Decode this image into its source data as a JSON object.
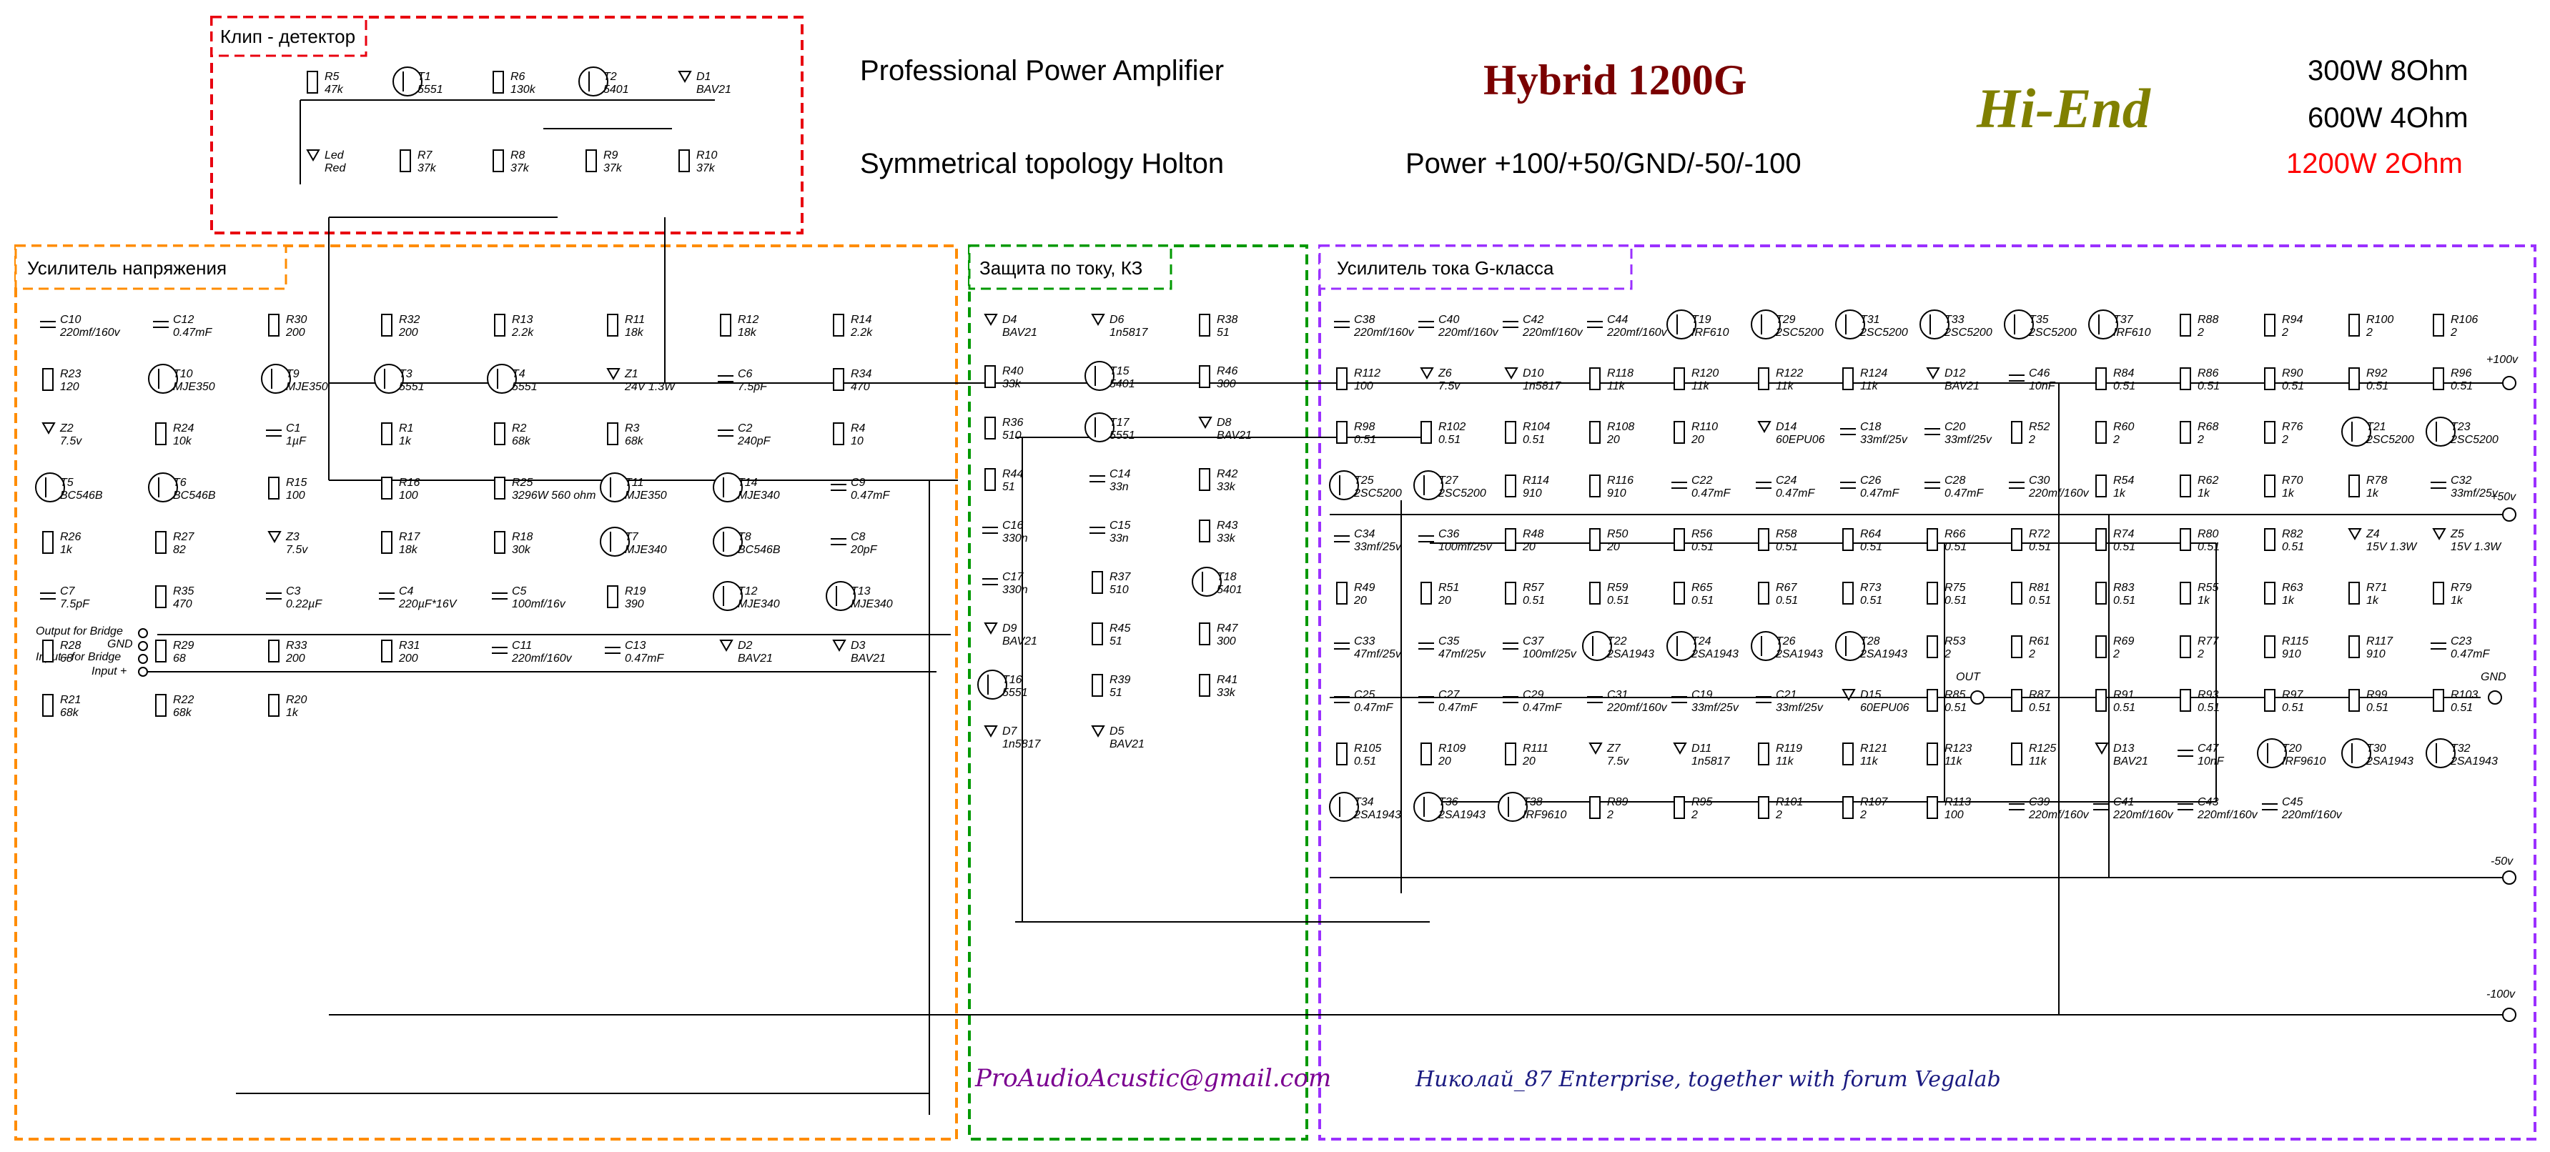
{
  "header": {
    "line1": "Professional Power Amplifier",
    "line2": "Symmetrical topology Holton",
    "model": "Hybrid 1200G",
    "power": "Power +100/+50/GND/-50/-100",
    "brand": "Hi-End",
    "spec1": "300W 8Ohm",
    "spec2": "600W 4Ohm",
    "spec3": "1200W 2Ohm"
  },
  "sections": {
    "clip": "Клип - детектор",
    "voltage_amp": "Усилитель напряжения",
    "protection": "Защита по току, КЗ",
    "current_amp": "Усилитель тока G-класса"
  },
  "footer": {
    "email": "ProAudioAcustic@gmail.com",
    "credit": "Николай_87 Enterprise, together with forum Vegalab"
  },
  "inputs": {
    "bridge_out": "Output for Bridge",
    "gnd": "GND",
    "bridge_in": "Input - for Bridge",
    "input_plus": "Input +"
  },
  "rails": {
    "p100": "+100v",
    "p50": "+50v",
    "gnd": "GND",
    "m50": "-50v",
    "m100": "-100v",
    "out": "OUT"
  },
  "colors": {
    "clip": "#e8000f",
    "voltage_amp": "#ff8c00",
    "protection": "#009900",
    "current_amp": "#9b30ff",
    "model": "#7a0000",
    "brand": "#808000",
    "spec3": "#ff0000",
    "credit": "#1a1a80",
    "email": "#7a0090"
  },
  "clip_parts": [
    {
      "ref": "R5",
      "val": "47k"
    },
    {
      "ref": "T1",
      "val": "5551"
    },
    {
      "ref": "R6",
      "val": "130k"
    },
    {
      "ref": "T2",
      "val": "5401"
    },
    {
      "ref": "D1",
      "val": "BAV21"
    },
    {
      "ref": "Led",
      "val": "Red"
    },
    {
      "ref": "R7",
      "val": "37k"
    },
    {
      "ref": "R8",
      "val": "37k"
    },
    {
      "ref": "R9",
      "val": "37k"
    },
    {
      "ref": "R10",
      "val": "37k"
    }
  ],
  "vamp_parts": [
    {
      "ref": "C10",
      "val": "220mf/160v"
    },
    {
      "ref": "C12",
      "val": "0.47mF"
    },
    {
      "ref": "R30",
      "val": "200"
    },
    {
      "ref": "R32",
      "val": "200"
    },
    {
      "ref": "R13",
      "val": "2.2k"
    },
    {
      "ref": "R11",
      "val": "18k"
    },
    {
      "ref": "R12",
      "val": "18k"
    },
    {
      "ref": "R14",
      "val": "2.2k"
    },
    {
      "ref": "R23",
      "val": "120"
    },
    {
      "ref": "T10",
      "val": "MJE350"
    },
    {
      "ref": "T9",
      "val": "MJE350"
    },
    {
      "ref": "T3",
      "val": "5551"
    },
    {
      "ref": "T4",
      "val": "5551"
    },
    {
      "ref": "Z1",
      "val": "24V 1.3W"
    },
    {
      "ref": "C6",
      "val": "7.5pF"
    },
    {
      "ref": "R34",
      "val": "470"
    },
    {
      "ref": "Z2",
      "val": "7.5v"
    },
    {
      "ref": "R24",
      "val": "10k"
    },
    {
      "ref": "C1",
      "val": "1µF"
    },
    {
      "ref": "R1",
      "val": "1k"
    },
    {
      "ref": "R2",
      "val": "68k"
    },
    {
      "ref": "R3",
      "val": "68k"
    },
    {
      "ref": "C2",
      "val": "240pF"
    },
    {
      "ref": "R4",
      "val": "10"
    },
    {
      "ref": "T5",
      "val": "BC546B"
    },
    {
      "ref": "T6",
      "val": "BC546B"
    },
    {
      "ref": "R15",
      "val": "100"
    },
    {
      "ref": "R16",
      "val": "100"
    },
    {
      "ref": "R25",
      "val": "3296W 560 ohm"
    },
    {
      "ref": "T11",
      "val": "MJE350"
    },
    {
      "ref": "T14",
      "val": "MJE340"
    },
    {
      "ref": "C9",
      "val": "0.47mF"
    },
    {
      "ref": "R26",
      "val": "1k"
    },
    {
      "ref": "R27",
      "val": "82"
    },
    {
      "ref": "Z3",
      "val": "7.5v"
    },
    {
      "ref": "R17",
      "val": "18k"
    },
    {
      "ref": "R18",
      "val": "30k"
    },
    {
      "ref": "T7",
      "val": "MJE340"
    },
    {
      "ref": "T8",
      "val": "BC546B"
    },
    {
      "ref": "C8",
      "val": "20pF"
    },
    {
      "ref": "C7",
      "val": "7.5pF"
    },
    {
      "ref": "R35",
      "val": "470"
    },
    {
      "ref": "C3",
      "val": "0.22µF"
    },
    {
      "ref": "C4",
      "val": "220µF*16V"
    },
    {
      "ref": "C5",
      "val": "100mf/16v"
    },
    {
      "ref": "R19",
      "val": "390"
    },
    {
      "ref": "T12",
      "val": "MJE340"
    },
    {
      "ref": "T13",
      "val": "MJE340"
    },
    {
      "ref": "R28",
      "val": "68"
    },
    {
      "ref": "R29",
      "val": "68"
    },
    {
      "ref": "R33",
      "val": "200"
    },
    {
      "ref": "R31",
      "val": "200"
    },
    {
      "ref": "C11",
      "val": "220mf/160v"
    },
    {
      "ref": "C13",
      "val": "0.47mF"
    },
    {
      "ref": "D2",
      "val": "BAV21"
    },
    {
      "ref": "D3",
      "val": "BAV21"
    },
    {
      "ref": "R21",
      "val": "68k"
    },
    {
      "ref": "R22",
      "val": "68k"
    },
    {
      "ref": "R20",
      "val": "1k"
    }
  ],
  "prot_parts": [
    {
      "ref": "D4",
      "val": "BAV21"
    },
    {
      "ref": "D6",
      "val": "1n5817"
    },
    {
      "ref": "R38",
      "val": "51"
    },
    {
      "ref": "R40",
      "val": "33k"
    },
    {
      "ref": "T15",
      "val": "5401"
    },
    {
      "ref": "R46",
      "val": "300"
    },
    {
      "ref": "R36",
      "val": "510"
    },
    {
      "ref": "T17",
      "val": "5551"
    },
    {
      "ref": "D8",
      "val": "BAV21"
    },
    {
      "ref": "R44",
      "val": "51"
    },
    {
      "ref": "C14",
      "val": "33n"
    },
    {
      "ref": "R42",
      "val": "33k"
    },
    {
      "ref": "C16",
      "val": "330n"
    },
    {
      "ref": "C15",
      "val": "33n"
    },
    {
      "ref": "R43",
      "val": "33k"
    },
    {
      "ref": "C17",
      "val": "330n"
    },
    {
      "ref": "R37",
      "val": "510"
    },
    {
      "ref": "T18",
      "val": "5401"
    },
    {
      "ref": "D9",
      "val": "BAV21"
    },
    {
      "ref": "R45",
      "val": "51"
    },
    {
      "ref": "R47",
      "val": "300"
    },
    {
      "ref": "T16",
      "val": "5551"
    },
    {
      "ref": "R39",
      "val": "51"
    },
    {
      "ref": "R41",
      "val": "33k"
    },
    {
      "ref": "D7",
      "val": "1n5817"
    },
    {
      "ref": "D5",
      "val": "BAV21"
    }
  ],
  "camp_parts": [
    {
      "ref": "C38",
      "val": "220mf/160v"
    },
    {
      "ref": "C40",
      "val": "220mf/160v"
    },
    {
      "ref": "C42",
      "val": "220mf/160v"
    },
    {
      "ref": "C44",
      "val": "220mf/160v"
    },
    {
      "ref": "T19",
      "val": "IRF610"
    },
    {
      "ref": "T29",
      "val": "2SC5200"
    },
    {
      "ref": "T31",
      "val": "2SC5200"
    },
    {
      "ref": "T33",
      "val": "2SC5200"
    },
    {
      "ref": "T35",
      "val": "2SC5200"
    },
    {
      "ref": "T37",
      "val": "IRF610"
    },
    {
      "ref": "R88",
      "val": "2"
    },
    {
      "ref": "R94",
      "val": "2"
    },
    {
      "ref": "R100",
      "val": "2"
    },
    {
      "ref": "R106",
      "val": "2"
    },
    {
      "ref": "R112",
      "val": "100"
    },
    {
      "ref": "Z6",
      "val": "7.5v"
    },
    {
      "ref": "D10",
      "val": "1n5817"
    },
    {
      "ref": "R118",
      "val": "11k"
    },
    {
      "ref": "R120",
      "val": "11k"
    },
    {
      "ref": "R122",
      "val": "11k"
    },
    {
      "ref": "R124",
      "val": "11k"
    },
    {
      "ref": "D12",
      "val": "BAV21"
    },
    {
      "ref": "C46",
      "val": "10nF"
    },
    {
      "ref": "R84",
      "val": "0.51"
    },
    {
      "ref": "R86",
      "val": "0.51"
    },
    {
      "ref": "R90",
      "val": "0.51"
    },
    {
      "ref": "R92",
      "val": "0.51"
    },
    {
      "ref": "R96",
      "val": "0.51"
    },
    {
      "ref": "R98",
      "val": "0.51"
    },
    {
      "ref": "R102",
      "val": "0.51"
    },
    {
      "ref": "R104",
      "val": "0.51"
    },
    {
      "ref": "R108",
      "val": "20"
    },
    {
      "ref": "R110",
      "val": "20"
    },
    {
      "ref": "D14",
      "val": "60EPU06"
    },
    {
      "ref": "C18",
      "val": "33mf/25v"
    },
    {
      "ref": "C20",
      "val": "33mf/25v"
    },
    {
      "ref": "R52",
      "val": "2"
    },
    {
      "ref": "R60",
      "val": "2"
    },
    {
      "ref": "R68",
      "val": "2"
    },
    {
      "ref": "R76",
      "val": "2"
    },
    {
      "ref": "T21",
      "val": "2SC5200"
    },
    {
      "ref": "T23",
      "val": "2SC5200"
    },
    {
      "ref": "T25",
      "val": "2SC5200"
    },
    {
      "ref": "T27",
      "val": "2SC5200"
    },
    {
      "ref": "R114",
      "val": "910"
    },
    {
      "ref": "R116",
      "val": "910"
    },
    {
      "ref": "C22",
      "val": "0.47mF"
    },
    {
      "ref": "C24",
      "val": "0.47mF"
    },
    {
      "ref": "C26",
      "val": "0.47mF"
    },
    {
      "ref": "C28",
      "val": "0.47mF"
    },
    {
      "ref": "C30",
      "val": "220mf/160v"
    },
    {
      "ref": "R54",
      "val": "1k"
    },
    {
      "ref": "R62",
      "val": "1k"
    },
    {
      "ref": "R70",
      "val": "1k"
    },
    {
      "ref": "R78",
      "val": "1k"
    },
    {
      "ref": "C32",
      "val": "33mf/25v"
    },
    {
      "ref": "C34",
      "val": "33mf/25v"
    },
    {
      "ref": "C36",
      "val": "100mf/25v"
    },
    {
      "ref": "R48",
      "val": "20"
    },
    {
      "ref": "R50",
      "val": "20"
    },
    {
      "ref": "R56",
      "val": "0.51"
    },
    {
      "ref": "R58",
      "val": "0.51"
    },
    {
      "ref": "R64",
      "val": "0.51"
    },
    {
      "ref": "R66",
      "val": "0.51"
    },
    {
      "ref": "R72",
      "val": "0.51"
    },
    {
      "ref": "R74",
      "val": "0.51"
    },
    {
      "ref": "R80",
      "val": "0.51"
    },
    {
      "ref": "R82",
      "val": "0.51"
    },
    {
      "ref": "Z4",
      "val": "15V 1.3W"
    },
    {
      "ref": "Z5",
      "val": "15V 1.3W"
    },
    {
      "ref": "R49",
      "val": "20"
    },
    {
      "ref": "R51",
      "val": "20"
    },
    {
      "ref": "R57",
      "val": "0.51"
    },
    {
      "ref": "R59",
      "val": "0.51"
    },
    {
      "ref": "R65",
      "val": "0.51"
    },
    {
      "ref": "R67",
      "val": "0.51"
    },
    {
      "ref": "R73",
      "val": "0.51"
    },
    {
      "ref": "R75",
      "val": "0.51"
    },
    {
      "ref": "R81",
      "val": "0.51"
    },
    {
      "ref": "R83",
      "val": "0.51"
    },
    {
      "ref": "R55",
      "val": "1k"
    },
    {
      "ref": "R63",
      "val": "1k"
    },
    {
      "ref": "R71",
      "val": "1k"
    },
    {
      "ref": "R79",
      "val": "1k"
    },
    {
      "ref": "C33",
      "val": "47mf/25v"
    },
    {
      "ref": "C35",
      "val": "47mf/25v"
    },
    {
      "ref": "C37",
      "val": "100mf/25v"
    },
    {
      "ref": "T22",
      "val": "2SA1943"
    },
    {
      "ref": "T24",
      "val": "2SA1943"
    },
    {
      "ref": "T26",
      "val": "2SA1943"
    },
    {
      "ref": "T28",
      "val": "2SA1943"
    },
    {
      "ref": "R53",
      "val": "2"
    },
    {
      "ref": "R61",
      "val": "2"
    },
    {
      "ref": "R69",
      "val": "2"
    },
    {
      "ref": "R77",
      "val": "2"
    },
    {
      "ref": "R115",
      "val": "910"
    },
    {
      "ref": "R117",
      "val": "910"
    },
    {
      "ref": "C23",
      "val": "0.47mF"
    },
    {
      "ref": "C25",
      "val": "0.47mF"
    },
    {
      "ref": "C27",
      "val": "0.47mF"
    },
    {
      "ref": "C29",
      "val": "0.47mF"
    },
    {
      "ref": "C31",
      "val": "220mf/160v"
    },
    {
      "ref": "C19",
      "val": "33mf/25v"
    },
    {
      "ref": "C21",
      "val": "33mf/25v"
    },
    {
      "ref": "D15",
      "val": "60EPU06"
    },
    {
      "ref": "R85",
      "val": "0.51"
    },
    {
      "ref": "R87",
      "val": "0.51"
    },
    {
      "ref": "R91",
      "val": "0.51"
    },
    {
      "ref": "R93",
      "val": "0.51"
    },
    {
      "ref": "R97",
      "val": "0.51"
    },
    {
      "ref": "R99",
      "val": "0.51"
    },
    {
      "ref": "R103",
      "val": "0.51"
    },
    {
      "ref": "R105",
      "val": "0.51"
    },
    {
      "ref": "R109",
      "val": "20"
    },
    {
      "ref": "R111",
      "val": "20"
    },
    {
      "ref": "Z7",
      "val": "7.5v"
    },
    {
      "ref": "D11",
      "val": "1n5817"
    },
    {
      "ref": "R119",
      "val": "11k"
    },
    {
      "ref": "R121",
      "val": "11k"
    },
    {
      "ref": "R123",
      "val": "11k"
    },
    {
      "ref": "R125",
      "val": "11k"
    },
    {
      "ref": "D13",
      "val": "BAV21"
    },
    {
      "ref": "C47",
      "val": "10nF"
    },
    {
      "ref": "T20",
      "val": "IRF9610"
    },
    {
      "ref": "T30",
      "val": "2SA1943"
    },
    {
      "ref": "T32",
      "val": "2SA1943"
    },
    {
      "ref": "T34",
      "val": "2SA1943"
    },
    {
      "ref": "T36",
      "val": "2SA1943"
    },
    {
      "ref": "T38",
      "val": "IRF9610"
    },
    {
      "ref": "R89",
      "val": "2"
    },
    {
      "ref": "R95",
      "val": "2"
    },
    {
      "ref": "R101",
      "val": "2"
    },
    {
      "ref": "R107",
      "val": "2"
    },
    {
      "ref": "R113",
      "val": "100"
    },
    {
      "ref": "C39",
      "val": "220mf/160v"
    },
    {
      "ref": "C41",
      "val": "220mf/160v"
    },
    {
      "ref": "C43",
      "val": "220mf/160v"
    },
    {
      "ref": "C45",
      "val": "220mf/160v"
    }
  ]
}
